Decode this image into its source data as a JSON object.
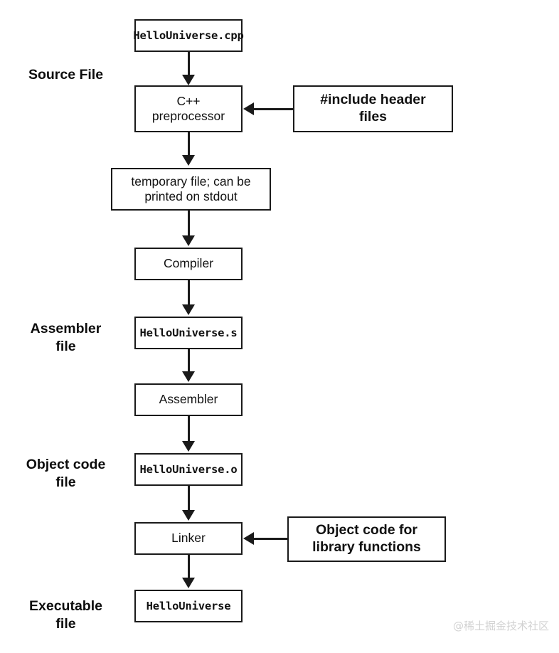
{
  "diagram": {
    "title": "C++ compilation pipeline",
    "colors": {
      "stroke": "#1a1a1a",
      "background": "#ffffff",
      "text": "#111111",
      "watermark": "#d2d2d2"
    },
    "captions": [
      {
        "id": "source-file",
        "text": "Source File"
      },
      {
        "id": "assembler-file",
        "text": "Assembler\nfile"
      },
      {
        "id": "object-code-file",
        "text": "Object code\nfile"
      },
      {
        "id": "executable-file",
        "text": "Executable\nfile"
      }
    ],
    "nodes": [
      {
        "id": "hellouniverse-cpp",
        "label": "HelloUniverse.cpp",
        "style": "mono"
      },
      {
        "id": "cpp-preprocessor",
        "label": "C++\npreprocessor",
        "style": "plain"
      },
      {
        "id": "include-header-files",
        "label": "#include header\nfiles",
        "style": "strong"
      },
      {
        "id": "temporary-file",
        "label": "temporary file; can be\nprinted on stdout",
        "style": "plain"
      },
      {
        "id": "compiler",
        "label": "Compiler",
        "style": "plain"
      },
      {
        "id": "hellouniverse-s",
        "label": "HelloUniverse.s",
        "style": "mono"
      },
      {
        "id": "assembler",
        "label": "Assembler",
        "style": "plain"
      },
      {
        "id": "hellouniverse-o",
        "label": "HelloUniverse.o",
        "style": "mono"
      },
      {
        "id": "linker",
        "label": "Linker",
        "style": "plain"
      },
      {
        "id": "object-code-for-library-functions",
        "label": "Object code for\nlibrary functions",
        "style": "strong"
      },
      {
        "id": "hellouniverse",
        "label": "HelloUniverse",
        "style": "mono"
      }
    ],
    "edges": [
      {
        "from": "hellouniverse-cpp",
        "to": "cpp-preprocessor",
        "direction": "down"
      },
      {
        "from": "include-header-files",
        "to": "cpp-preprocessor",
        "direction": "left"
      },
      {
        "from": "cpp-preprocessor",
        "to": "temporary-file",
        "direction": "down"
      },
      {
        "from": "temporary-file",
        "to": "compiler",
        "direction": "down"
      },
      {
        "from": "compiler",
        "to": "hellouniverse-s",
        "direction": "down"
      },
      {
        "from": "hellouniverse-s",
        "to": "assembler",
        "direction": "down"
      },
      {
        "from": "assembler",
        "to": "hellouniverse-o",
        "direction": "down"
      },
      {
        "from": "hellouniverse-o",
        "to": "linker",
        "direction": "down"
      },
      {
        "from": "object-code-for-library-functions",
        "to": "linker",
        "direction": "left"
      },
      {
        "from": "linker",
        "to": "hellouniverse",
        "direction": "down"
      }
    ],
    "watermark": "@稀土掘金技术社区"
  }
}
